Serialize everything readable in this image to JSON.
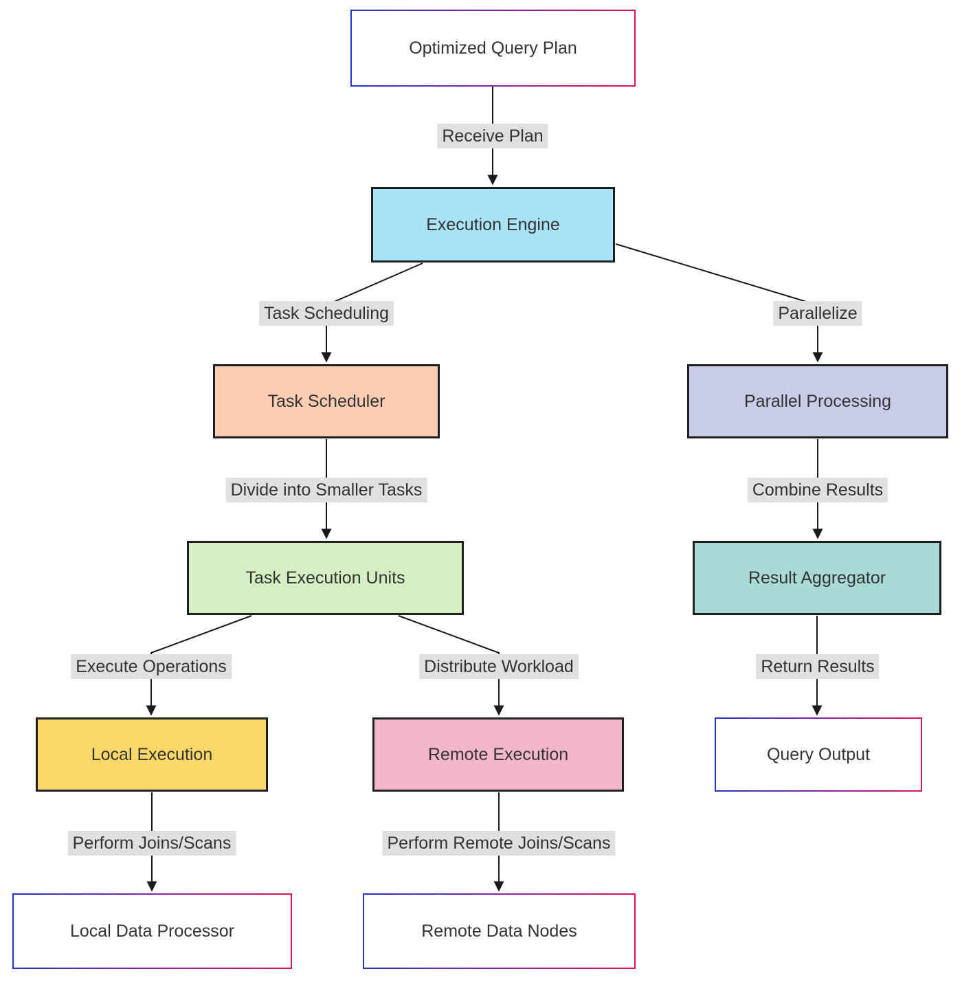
{
  "diagram_type": "flowchart",
  "nodes": [
    {
      "id": "optimized-query-plan",
      "label": "Optimized Query Plan",
      "style": "gradient"
    },
    {
      "id": "execution-engine",
      "label": "Execution Engine",
      "fill": "#a9e3f7"
    },
    {
      "id": "task-scheduler",
      "label": "Task Scheduler",
      "fill": "#fccdb3"
    },
    {
      "id": "parallel-processing",
      "label": "Parallel Processing",
      "fill": "#c8cce8"
    },
    {
      "id": "task-execution-units",
      "label": "Task Execution Units",
      "fill": "#d6eec3"
    },
    {
      "id": "result-aggregator",
      "label": "Result Aggregator",
      "fill": "#a9dad6"
    },
    {
      "id": "local-execution",
      "label": "Local Execution",
      "fill": "#fbd867"
    },
    {
      "id": "remote-execution",
      "label": "Remote Execution",
      "fill": "#f3b7c9"
    },
    {
      "id": "query-output",
      "label": "Query Output",
      "style": "gradient"
    },
    {
      "id": "local-data-processor",
      "label": "Local Data Processor",
      "style": "gradient"
    },
    {
      "id": "remote-data-nodes",
      "label": "Remote Data Nodes",
      "style": "gradient"
    }
  ],
  "edges": [
    {
      "from": "optimized-query-plan",
      "to": "execution-engine",
      "label": "Receive Plan"
    },
    {
      "from": "execution-engine",
      "to": "task-scheduler",
      "label": "Task Scheduling"
    },
    {
      "from": "execution-engine",
      "to": "parallel-processing",
      "label": "Parallelize"
    },
    {
      "from": "task-scheduler",
      "to": "task-execution-units",
      "label": "Divide into Smaller Tasks"
    },
    {
      "from": "parallel-processing",
      "to": "result-aggregator",
      "label": "Combine Results"
    },
    {
      "from": "task-execution-units",
      "to": "local-execution",
      "label": "Execute Operations"
    },
    {
      "from": "task-execution-units",
      "to": "remote-execution",
      "label": "Distribute Workload"
    },
    {
      "from": "result-aggregator",
      "to": "query-output",
      "label": "Return Results"
    },
    {
      "from": "local-execution",
      "to": "local-data-processor",
      "label": "Perform Joins/Scans"
    },
    {
      "from": "remote-execution",
      "to": "remote-data-nodes",
      "label": "Perform Remote Joins/Scans"
    }
  ],
  "theme": {
    "gradient-border-start": "#2233cc",
    "gradient-border-mid": "#8822aa",
    "gradient-border-end": "#dd1155",
    "node-border": "#1f1f1f",
    "edge-label-bg": "#e0e0e0",
    "line-color": "#1a1a1a",
    "text-color": "#333333"
  }
}
